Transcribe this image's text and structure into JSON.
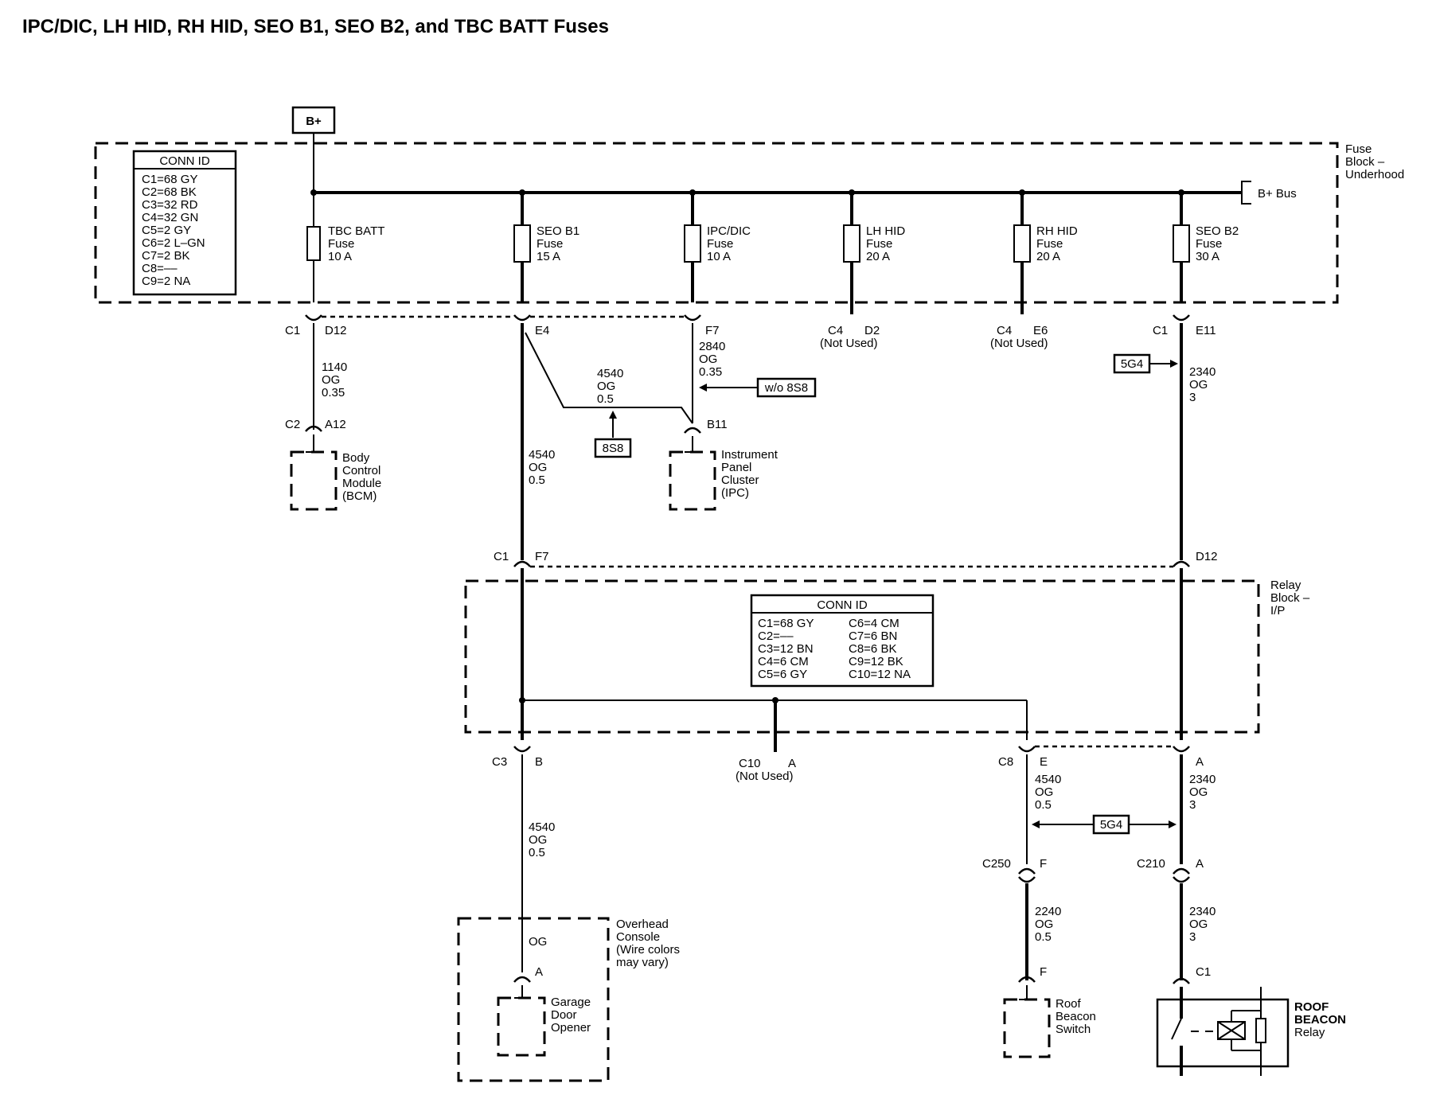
{
  "title": "IPC/DIC, LH HID, RH HID, SEO B1, SEO B2, and TBC BATT Fuses",
  "power_source": "B+",
  "fuse_block": {
    "label": [
      "Fuse",
      "Block –",
      "Underhood"
    ],
    "bus_label": "B+ Bus",
    "conn_id": {
      "title": "CONN ID",
      "rows": [
        "C1=68 GY",
        "C2=68 BK",
        "C3=32 RD",
        "C4=32 GN",
        "C5=2 GY",
        "C6=2 L–GN",
        "C7=2 BK",
        "C8=––",
        "C9=2 NA"
      ]
    },
    "fuses": [
      {
        "name": "TBC BATT",
        "word": "Fuse",
        "rating": "10 A"
      },
      {
        "name": "SEO B1",
        "word": "Fuse",
        "rating": "15 A"
      },
      {
        "name": "IPC/DIC",
        "word": "Fuse",
        "rating": "10 A"
      },
      {
        "name": "LH HID",
        "word": "Fuse",
        "rating": "20 A"
      },
      {
        "name": "RH HID",
        "word": "Fuse",
        "rating": "20 A"
      },
      {
        "name": "SEO B2",
        "word": "Fuse",
        "rating": "30 A"
      }
    ]
  },
  "relay_block": {
    "label": [
      "Relay",
      "Block –",
      "I/P"
    ],
    "conn_id": {
      "title": "CONN ID",
      "left": [
        "C1=68 GY",
        "C2=––",
        "C3=12 BN",
        "C4=6 CM",
        "C5=6 GY"
      ],
      "right": [
        "C6=4 CM",
        "C7=6 BN",
        "C8=6 BK",
        "C9=12 BK",
        "C10=12 NA"
      ]
    }
  },
  "connectors": {
    "c1_d12": {
      "conn": "C1",
      "pin": "D12"
    },
    "e4": {
      "pin": "E4"
    },
    "f7": {
      "pin": "F7"
    },
    "c4_d2": {
      "conn": "C4",
      "pin": "D2",
      "note": "(Not Used)"
    },
    "c4_e6": {
      "conn": "C4",
      "pin": "E6",
      "note": "(Not Used)"
    },
    "c1_e11": {
      "conn": "C1",
      "pin": "E11"
    },
    "c2_a12": {
      "conn": "C2",
      "pin": "A12"
    },
    "b11": {
      "pin": "B11"
    },
    "c1_f7": {
      "conn": "C1",
      "pin": "F7"
    },
    "d12_relay": {
      "pin": "D12"
    },
    "c3_b": {
      "conn": "C3",
      "pin": "B"
    },
    "c10_a": {
      "conn": "C10",
      "pin": "A",
      "note": "(Not Used)"
    },
    "c8_e": {
      "conn": "C8",
      "pin": "E"
    },
    "a_relay": {
      "pin": "A"
    },
    "c250_f": {
      "conn": "C250",
      "pin": "F"
    },
    "c210_a": {
      "conn": "C210",
      "pin": "A"
    },
    "f_switch": {
      "pin": "F"
    },
    "c1_beacon": {
      "conn": "C1"
    },
    "a_garage": {
      "pin": "A"
    }
  },
  "wires": {
    "w1140": [
      "1140",
      "OG",
      "0.35"
    ],
    "w2840": [
      "2840",
      "OG",
      "0.35"
    ],
    "w4540_ipc": [
      "4540",
      "OG",
      "0.5"
    ],
    "w4540_main": [
      "4540",
      "OG",
      "0.5"
    ],
    "w2340_top": [
      "2340",
      "OG",
      "3"
    ],
    "w4540_c3": [
      "4540",
      "OG",
      "0.5"
    ],
    "w4540_c8": [
      "4540",
      "OG",
      "0.5"
    ],
    "w2340_mid": [
      "2340",
      "OG",
      "3"
    ],
    "w2240": [
      "2240",
      "OG",
      "0.5"
    ],
    "w2340_bot": [
      "2340",
      "OG",
      "3"
    ],
    "og_overhead": "OG"
  },
  "refs": {
    "r8s8_arrow": "8S8",
    "wo8s8": "w/o 8S8",
    "r5g4_top": "5G4",
    "r5g4_mid": "5G4"
  },
  "components": {
    "bcm": [
      "Body",
      "Control",
      "Module",
      "(BCM)"
    ],
    "ipc": [
      "Instrument",
      "Panel",
      "Cluster",
      "(IPC)"
    ],
    "overhead": [
      "Overhead",
      "Console",
      "(Wire colors",
      "may vary)"
    ],
    "garage": [
      "Garage",
      "Door",
      "Opener"
    ],
    "switch": [
      "Roof",
      "Beacon",
      "Switch"
    ],
    "relay": [
      "ROOF",
      "BEACON",
      "Relay"
    ]
  }
}
